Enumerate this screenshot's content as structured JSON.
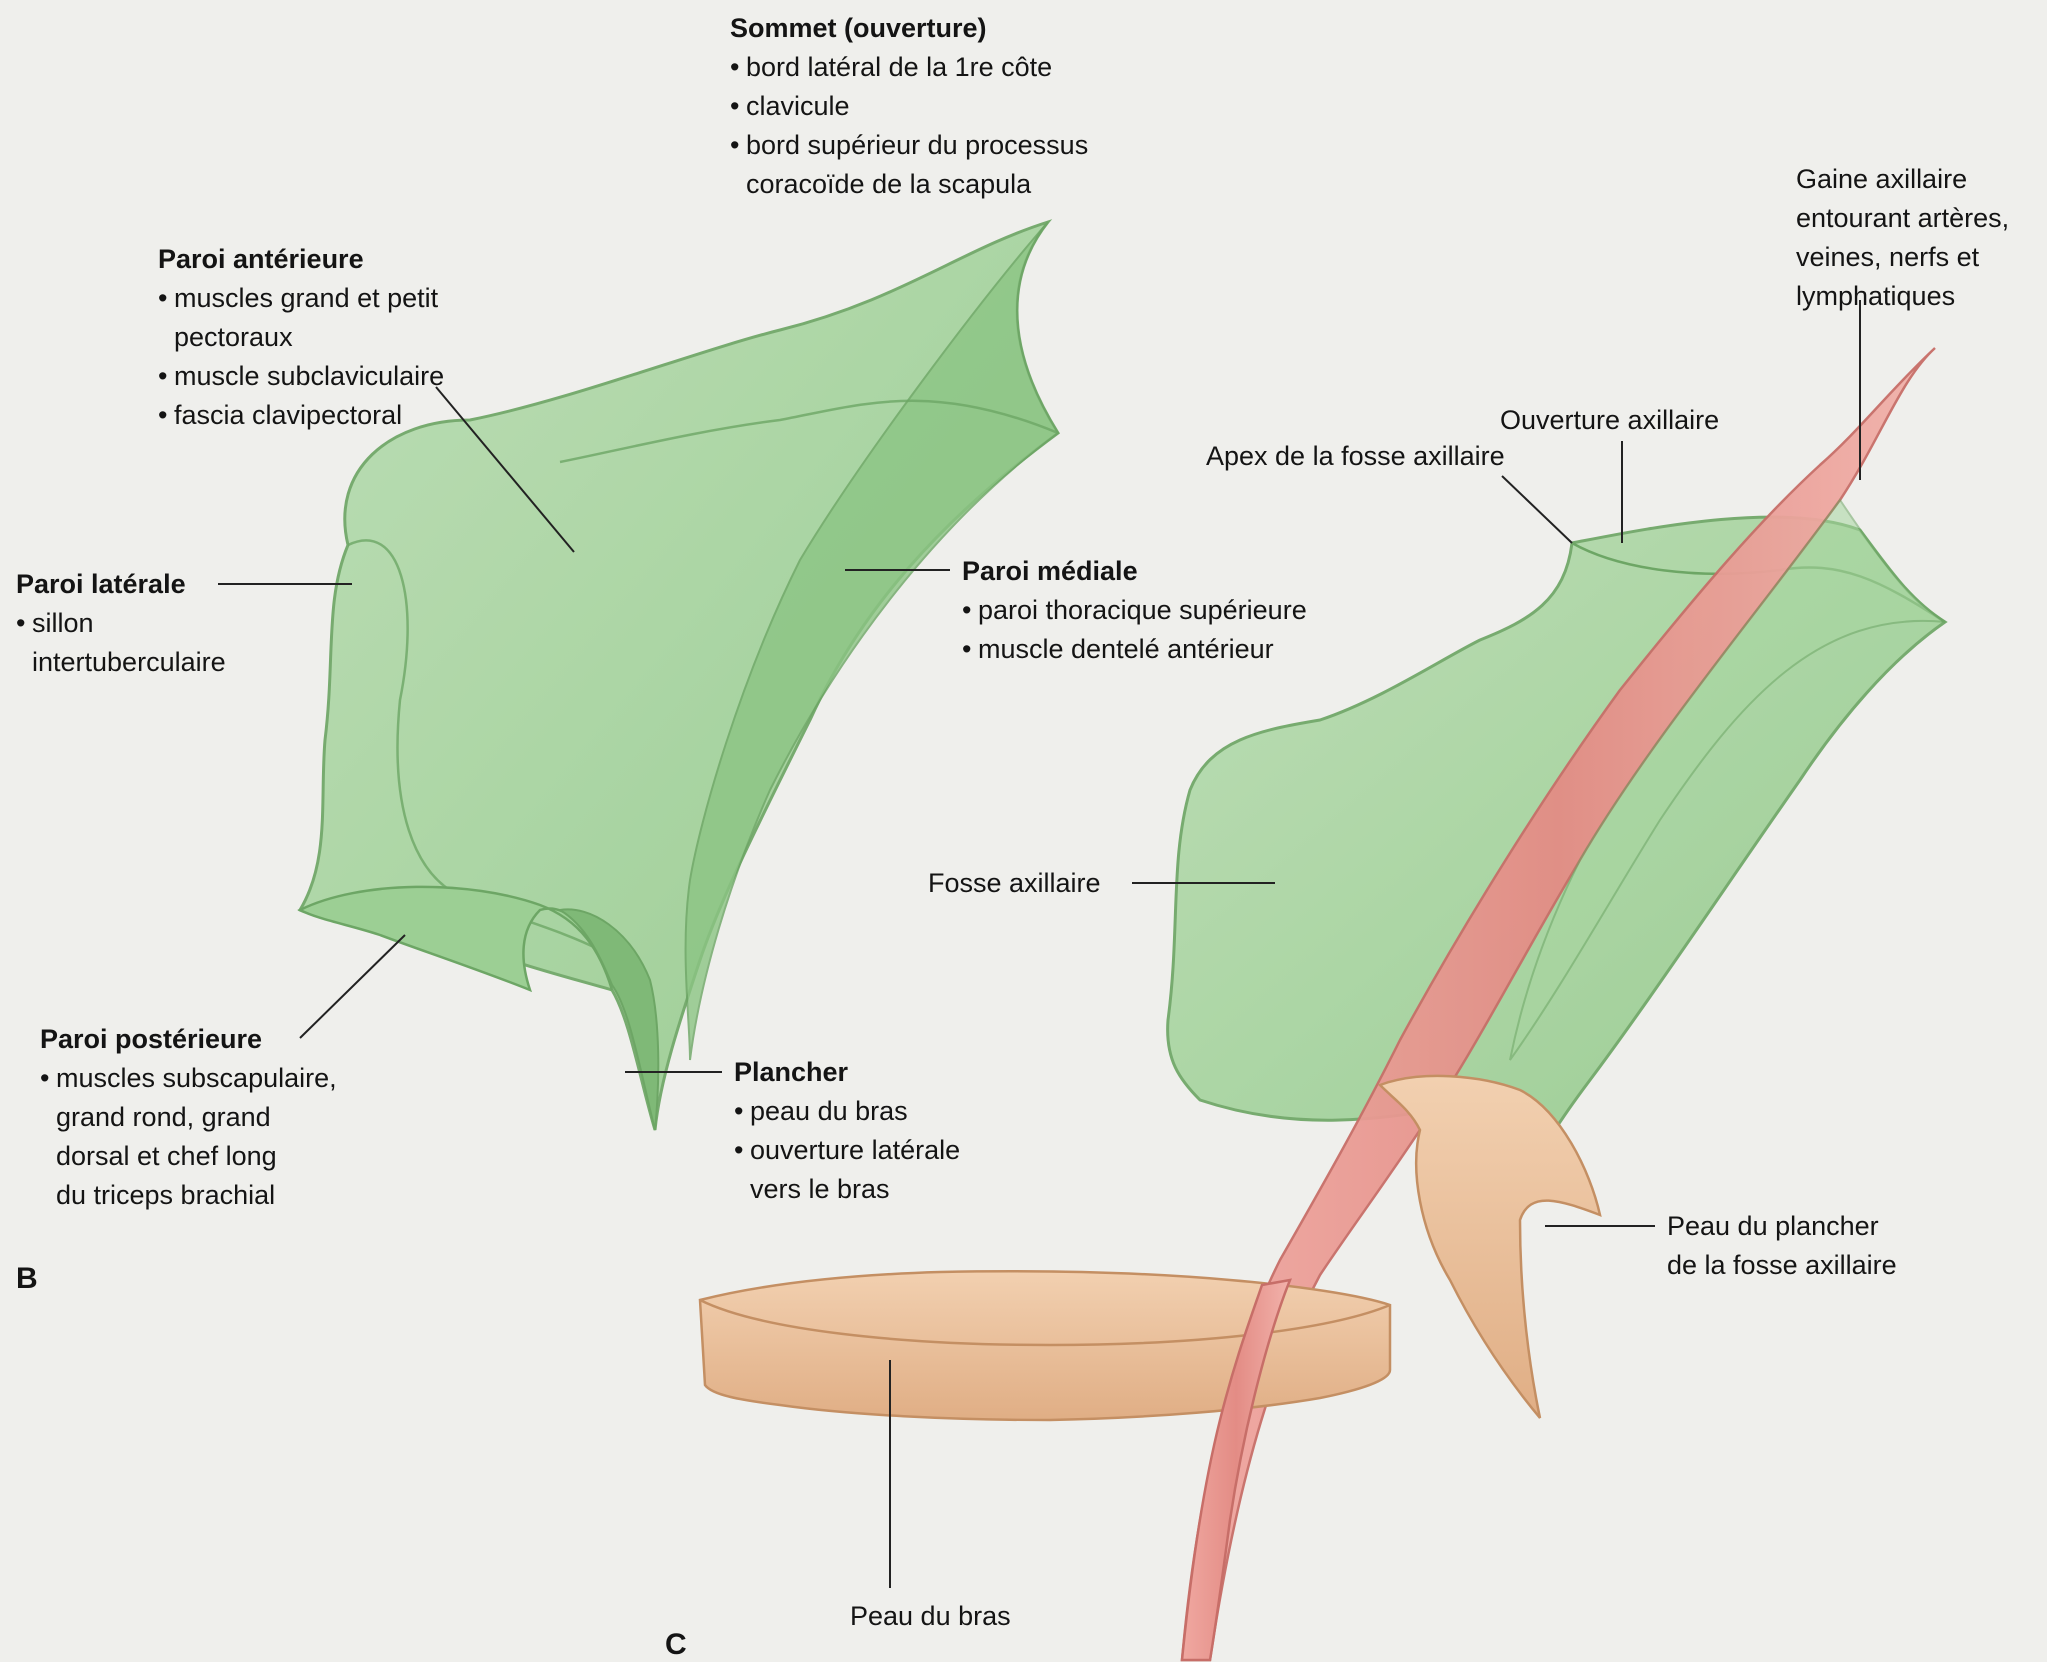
{
  "panel_b": {
    "letter": "B",
    "labels": {
      "sommet": {
        "title": "Sommet (ouverture)",
        "items": [
          "bord latéral de la 1re côte",
          "clavicule",
          "bord supérieur du processus"
        ],
        "continuation": "coracoïde de la scapula"
      },
      "anterieure": {
        "title": "Paroi antérieure",
        "items": [
          "muscles grand et petit",
          "muscle subclaviculaire",
          "fascia clavipectoral"
        ],
        "continuation": "pectoraux"
      },
      "laterale": {
        "title": "Paroi latérale",
        "item": "sillon",
        "continuation": "intertuberculaire"
      },
      "mediale": {
        "title": "Paroi médiale",
        "items": [
          "paroi thoracique supérieure",
          "muscle dentelé antérieur"
        ]
      },
      "posterieure": {
        "title": "Paroi postérieure",
        "item": "muscles subscapulaire,",
        "continuation": [
          "grand rond, grand",
          "dorsal et chef long",
          "du triceps brachial"
        ]
      },
      "plancher": {
        "title": "Plancher",
        "items": [
          "peau du bras",
          "ouverture latérale"
        ],
        "continuation": "vers le bras"
      }
    }
  },
  "panel_c": {
    "letter": "C",
    "labels": {
      "gaine": [
        "Gaine axillaire",
        "entourant artères,",
        "veines, nerfs et",
        "lymphatiques"
      ],
      "ouverture": "Ouverture axillaire",
      "apex": "Apex de la fosse axillaire",
      "fosse": "Fosse axillaire",
      "peau_plancher": [
        "Peau du plancher",
        "de la fosse axillaire"
      ],
      "peau_bras": "Peau du bras"
    }
  },
  "colors": {
    "background": "#efefec",
    "wall_fill": "#a9d6a2",
    "wall_stroke": "#6da665",
    "sheath_fill": "#e6968f",
    "sheath_stroke": "#c76e68",
    "skin_fill": "#ecc39e",
    "skin_stroke": "#c48f63",
    "leader": "#222222"
  }
}
